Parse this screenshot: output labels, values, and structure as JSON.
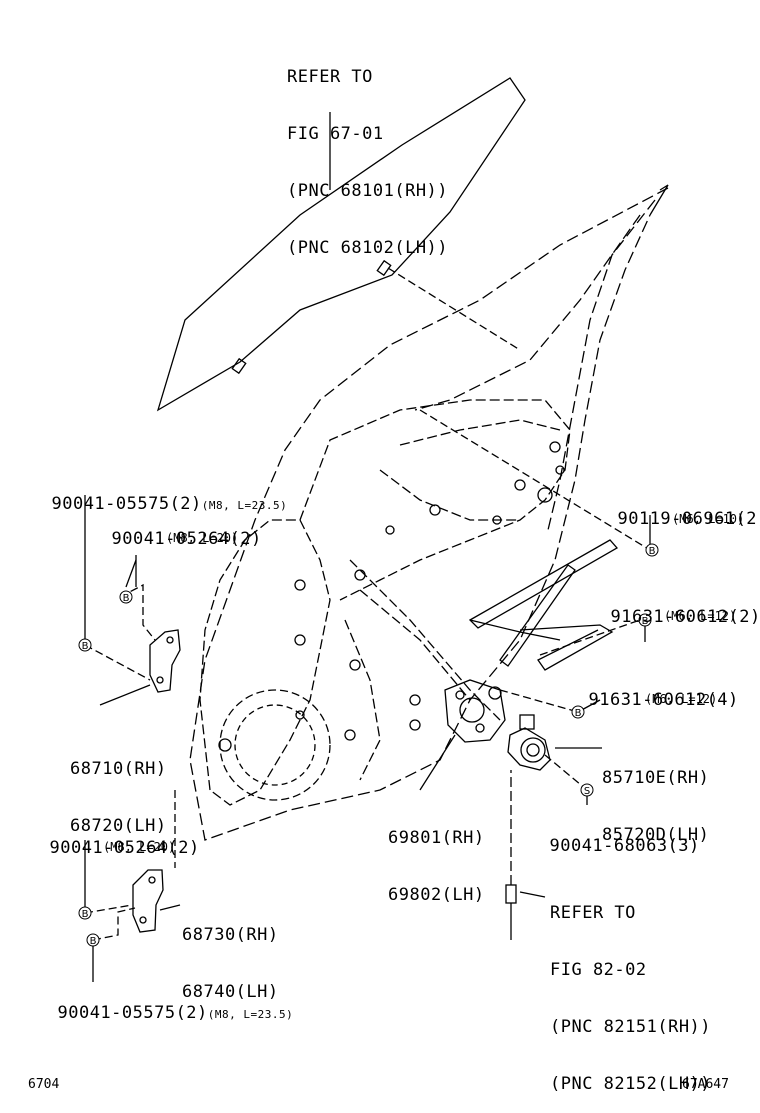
{
  "refs": {
    "glass": [
      "REFER TO",
      "FIG 67-01",
      "(PNC 68101(RH))",
      "(PNC 68102(LH))"
    ],
    "harness": [
      "REFER TO",
      "FIG 82-02",
      "(PNC 82151(RH))",
      "(PNC 82152(LH))"
    ]
  },
  "callouts": [
    {
      "part": "90041-05575(2)",
      "spec": "(M8, L=23.5)"
    },
    {
      "part": "90041-05264(2)",
      "spec": "(M8, L=20)"
    },
    {
      "part": "90119-06961(2)",
      "spec": "(M6, L=10)"
    },
    {
      "part": "91631-60612(2)",
      "spec": "(M6, L=12)"
    },
    {
      "part": "91631-60612(4)",
      "spec": "(M6, L=12)"
    },
    {
      "part": "90041-68063(3)",
      "spec": ""
    },
    {
      "part": "90041-05264(2)",
      "spec": "(M8, L=20)"
    },
    {
      "part": "90041-05575(2)",
      "spec": "(M8, L=23.5)"
    }
  ],
  "assemblies": {
    "upper_hinge": [
      "68710(RH)",
      "68720(LH)"
    ],
    "regulator": [
      "69801(RH)",
      "69802(LH)"
    ],
    "motor": [
      "85710E(RH)",
      "85720D(LH)"
    ],
    "lower_hinge": [
      "68730(RH)",
      "68740(LH)"
    ]
  },
  "markers": {
    "b": "B",
    "s": "S"
  },
  "footer": {
    "page": "6704",
    "figure": "67A647"
  }
}
